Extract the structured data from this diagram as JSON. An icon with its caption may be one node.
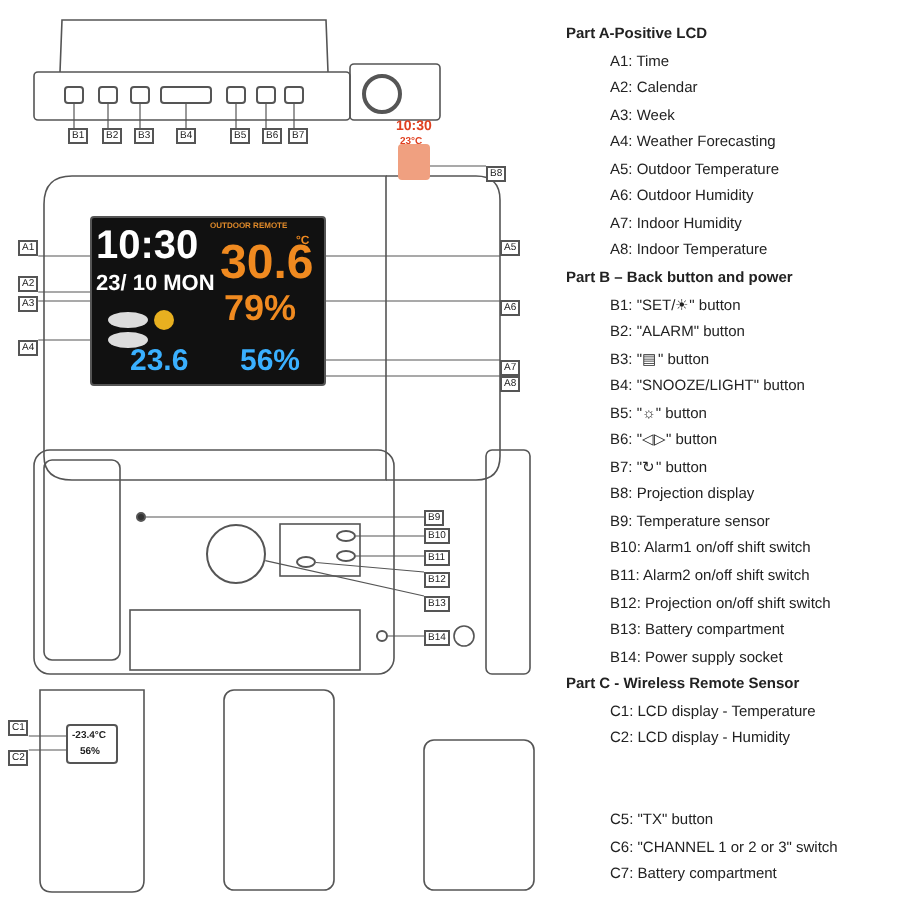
{
  "diagram": {
    "nodes": [
      {
        "text": [
          "A1"
        ]
      },
      {
        "text": [
          "A2"
        ]
      },
      {
        "text": [
          "A3"
        ]
      },
      {
        "text": [
          "A4"
        ]
      },
      {
        "text": [
          "A5"
        ]
      },
      {
        "text": [
          "A6"
        ]
      },
      {
        "text": [
          "A7"
        ]
      },
      {
        "text": [
          "A8"
        ]
      },
      {
        "text": [
          "B1"
        ]
      },
      {
        "text": [
          "B2"
        ]
      },
      {
        "text": [
          "B3"
        ]
      },
      {
        "text": [
          "B4"
        ]
      },
      {
        "text": [
          "B5"
        ]
      },
      {
        "text": [
          "B6"
        ]
      },
      {
        "text": [
          "B7"
        ]
      },
      {
        "text": [
          "B8"
        ]
      },
      {
        "text": [
          "B9"
        ]
      },
      {
        "text": [
          "B10"
        ]
      },
      {
        "text": [
          "B11"
        ]
      },
      {
        "text": [
          "B12"
        ]
      },
      {
        "text": [
          "B13"
        ]
      },
      {
        "text": [
          "B14"
        ]
      },
      {
        "text": [
          "C1"
        ]
      },
      {
        "text": [
          "C2"
        ]
      },
      {
        "text": [],
        "shape": "box"
      },
      {
        "text": [],
        "shape": "box"
      },
      {
        "text": [],
        "shape": "box"
      },
      {
        "text": [],
        "shape": "box"
      },
      {
        "text": [],
        "shape": "box"
      },
      {
        "text": [],
        "shape": "box"
      },
      {
        "text": [],
        "shape": "box"
      },
      {
        "text": [],
        "shape": "box"
      },
      {
        "text": [],
        "shape": "picture"
      },
      {
        "text": [],
        "shape": "circle"
      },
      {
        "text": [],
        "shape": "circle"
      },
      {
        "text": [],
        "shape": "circle"
      },
      {
        "text": [],
        "shape": "circle"
      },
      {
        "text": [],
        "shape": "circle"
      },
      {
        "text": [],
        "shape": "circle"
      },
      {
        "text": [],
        "shape": "box"
      }
    ],
    "edges": [
      {
        "from": 0,
        "to": 24,
        "arrow": "none"
      },
      {
        "from": 1,
        "to": 24,
        "arrow": "none"
      },
      {
        "from": 2,
        "to": 24,
        "arrow": "none"
      },
      {
        "from": 3,
        "to": 24,
        "arrow": "none"
      },
      {
        "from": 4,
        "to": 24,
        "arrow": "none"
      },
      {
        "from": 5,
        "to": 24,
        "arrow": "none"
      },
      {
        "from": 6,
        "to": 24,
        "arrow": "none"
      },
      {
        "from": 7,
        "to": 24,
        "arrow": "none"
      },
      {
        "from": 8,
        "to": 25,
        "arrow": "none"
      },
      {
        "from": 9,
        "to": 26,
        "arrow": "none"
      },
      {
        "from": 10,
        "to": 27,
        "arrow": "none"
      },
      {
        "from": 11,
        "to": 28,
        "arrow": "none"
      },
      {
        "from": 12,
        "to": 29,
        "arrow": "none"
      },
      {
        "from": 13,
        "to": 30,
        "arrow": "none"
      },
      {
        "from": 14,
        "to": 31,
        "arrow": "none"
      },
      {
        "from": 15,
        "to": 32,
        "arrow": "none"
      },
      {
        "from": 16,
        "to": 33,
        "arrow": "none"
      },
      {
        "from": 17,
        "to": 34,
        "arrow": "none"
      },
      {
        "from": 18,
        "to": 35,
        "arrow": "none"
      },
      {
        "from": 19,
        "to": 36,
        "arrow": "none"
      },
      {
        "from": 20,
        "to": 37,
        "arrow": "none"
      },
      {
        "from": 21,
        "to": 38,
        "arrow": "none"
      },
      {
        "from": 22,
        "to": 39,
        "arrow": "none"
      },
      {
        "from": 23,
        "to": 39,
        "arrow": "none"
      }
    ],
    "labels": [
      "10:30",
      "23°C",
      "10:30",
      "23/ 10 MON",
      "OUTDOOR REMOTE",
      "30.6",
      "°C",
      "79%",
      "23.6",
      "56%",
      "-23.4°C",
      "56%",
      "Part A-Positive LCD",
      "A1: Time",
      "A2: Calendar",
      "A3: Week",
      "A4: Weather Forecasting",
      "A5: Outdoor Temperature",
      "A6: Outdoor Humidity",
      "A7: Indoor Humidity",
      "A8: Indoor Temperature",
      "Part B – Back button and power",
      "B1: \"SET/☀\" button",
      "B2: \"ALARM\" button",
      "B3: \"▤\" button",
      "B4: \"SNOOZE/LIGHT\" button",
      "B5: \"☼\" button",
      "B6: \"◁▷\" button",
      "B7: \"↻\" button",
      "B8: Projection display",
      "B9: Temperature sensor",
      "B10: Alarm1 on/off shift switch",
      "B11: Alarm2 on/off shift switch",
      "B12: Projection on/off shift switch",
      "B13: Battery compartment",
      "B14: Power supply socket",
      "Part C - Wireless Remote Sensor",
      "C1: LCD display - Temperature",
      "C2: LCD display - Humidity",
      "C5: \"TX\" button",
      "C6: \"CHANNEL 1 or 2 or 3\" switch",
      "C7: Battery compartment"
    ]
  }
}
